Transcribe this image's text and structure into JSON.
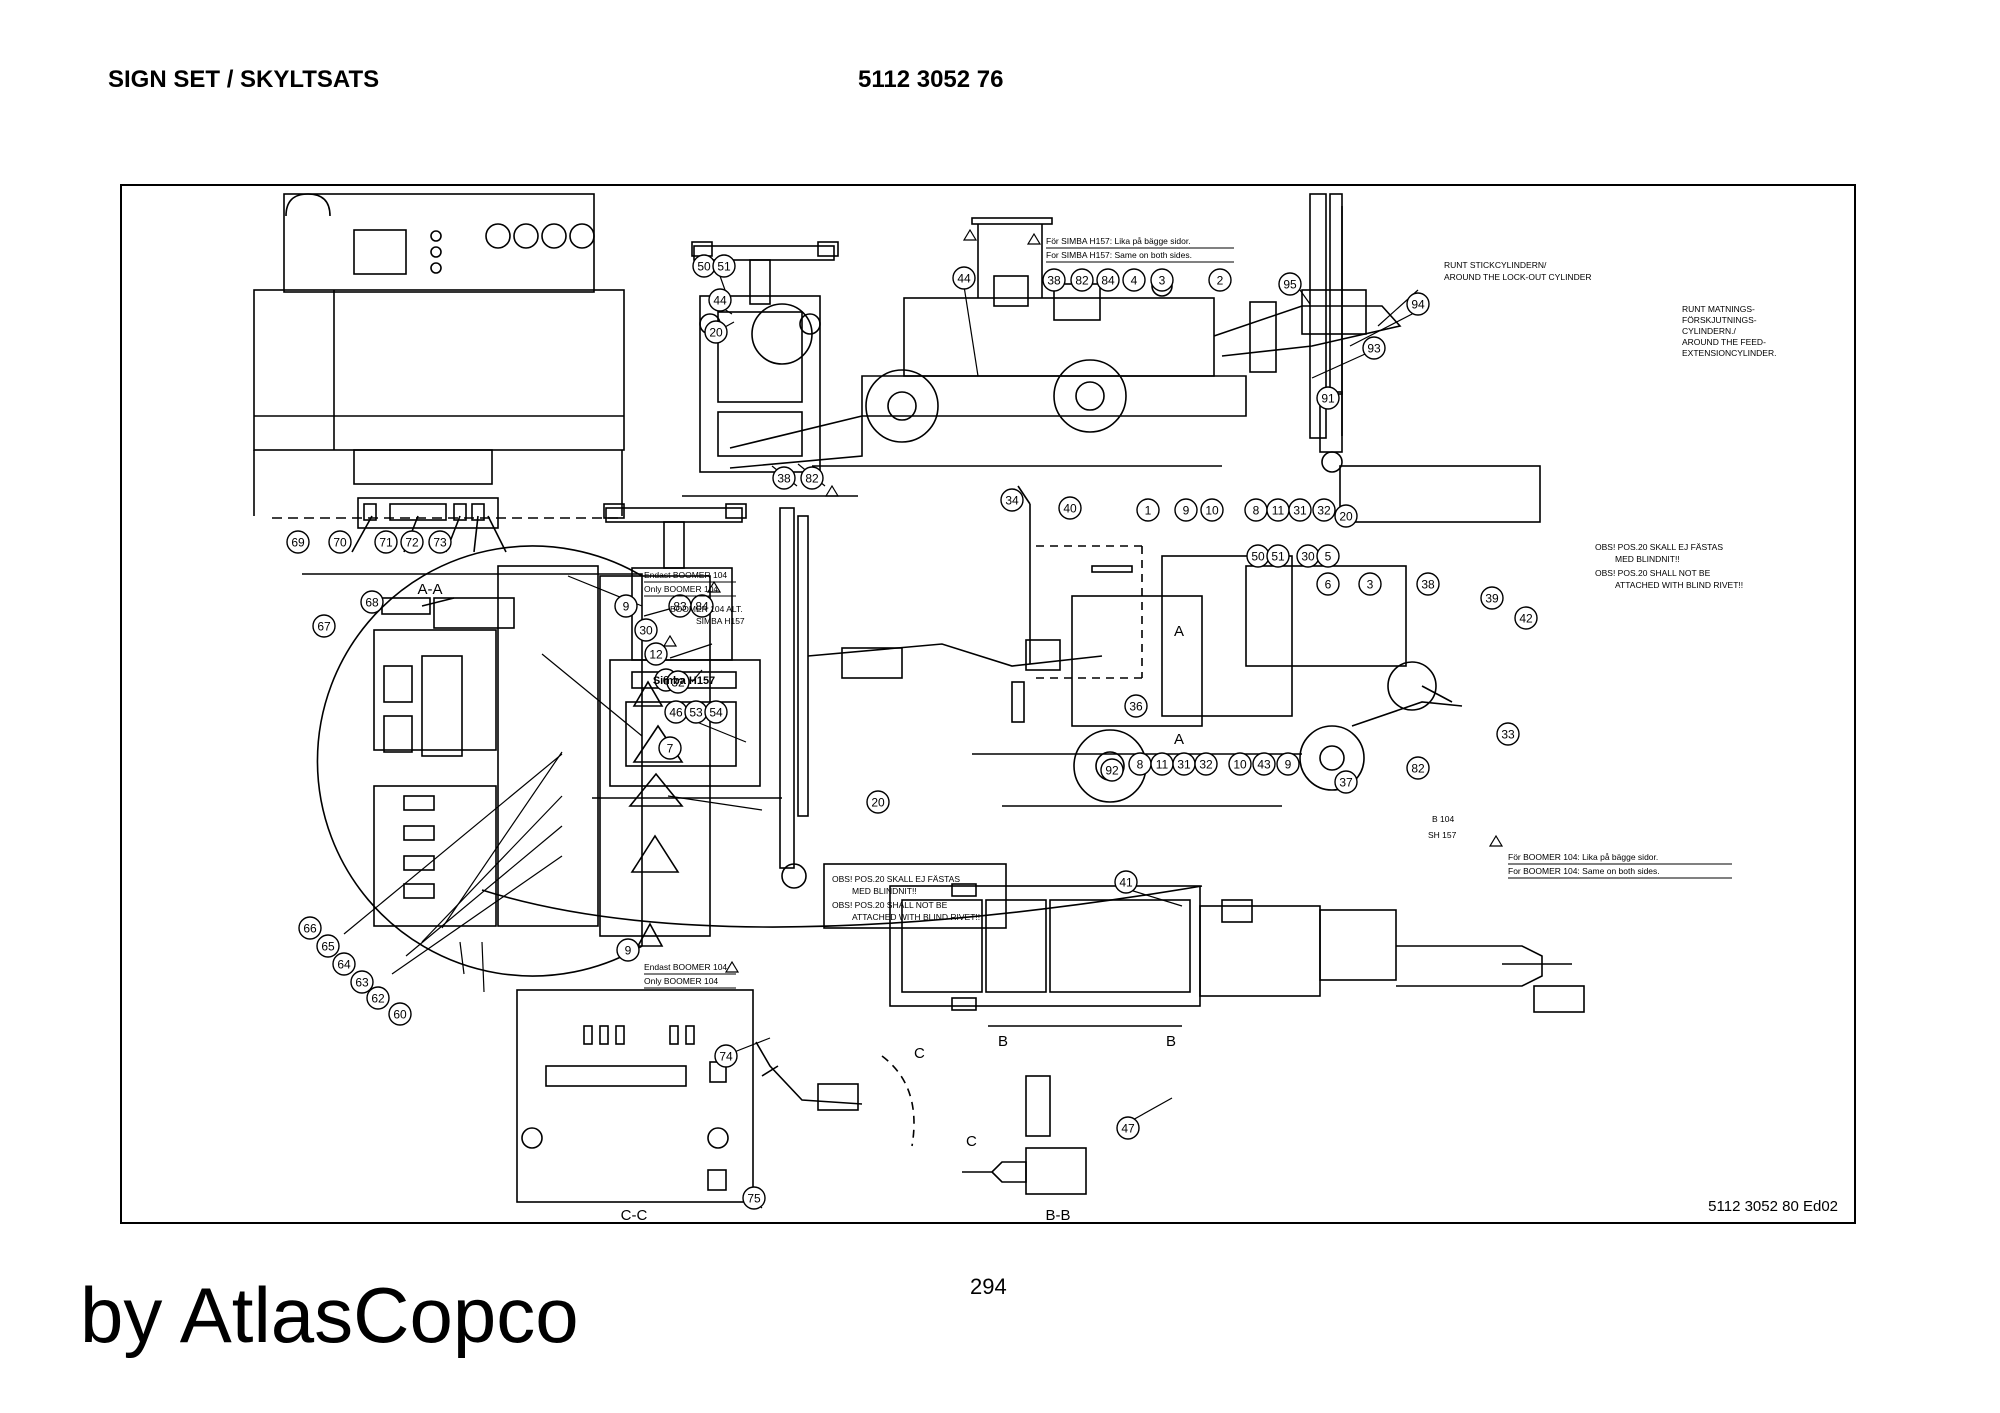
{
  "header": {
    "title": "SIGN SET / SKYLTSATS",
    "part_number": "5112 3052 76"
  },
  "footer": {
    "page_number": "294",
    "brand": "by AtlasCopco",
    "drawing_ref": "5112 3052 80 Ed02"
  },
  "section_labels": {
    "aa": "A-A",
    "bb": "B-B",
    "cc": "C-C",
    "a": "A",
    "b": "B",
    "c": "C"
  },
  "notes": {
    "simba_sv": "För SIMBA H157: Lika på bägge sidor.",
    "simba_en": "For SIMBA H157: Same on both sides.",
    "lock_sv": "RUNT STICKCYLINDERN/",
    "lock_en": "AROUND THE LOCK-OUT CYLINDER",
    "feed_1": "RUNT MATNINGS-",
    "feed_2": "FÖRSKJUTNINGS-",
    "feed_3": "CYLINDERN./",
    "feed_4": "AROUND THE FEED-",
    "feed_5": "EXTENSIONCYLINDER.",
    "obs_1": "OBS! POS.20 SKALL EJ FÄSTAS",
    "obs_2": "MED BLINDNIT!!",
    "obs_3": "OBS! POS.20 SHALL NOT BE",
    "obs_4": "ATTACHED WITH BLIND RIVET!!",
    "boomer_sv": "För BOOMER 104: Lika på bägge sidor.",
    "boomer_en": "For BOOMER 104: Same on both sides.",
    "endast_1": "Endast BOOMER 104",
    "only_1": "Only BOOMER 104",
    "alt_1": "BOOMER 104  ALT.",
    "alt_2": "SIMBA H157",
    "simba_plate": "Simba H157",
    "b104": "B 104",
    "sh157": "SH 157"
  },
  "callouts": {
    "c1": "1",
    "c2": "2",
    "c3": "3",
    "c4": "4",
    "c5": "5",
    "c6": "6",
    "c7": "7",
    "c8": "8",
    "c9": "9",
    "c10": "10",
    "c11": "11",
    "c12": "12",
    "c20": "20",
    "c30": "30",
    "c31": "31",
    "c32": "32",
    "c33": "33",
    "c34": "34",
    "c36": "36",
    "c37": "37",
    "c38": "38",
    "c39": "39",
    "c40": "40",
    "c41": "41",
    "c42": "42",
    "c43": "43",
    "c44": "44",
    "c46": "46",
    "c47": "47",
    "c50": "50",
    "c51": "51",
    "c53": "53",
    "c54": "54",
    "c60": "60",
    "c62": "62",
    "c63": "63",
    "c64": "64",
    "c65": "65",
    "c66": "66",
    "c67": "67",
    "c68": "68",
    "c69": "69",
    "c70": "70",
    "c71": "71",
    "c72": "72",
    "c73": "73",
    "c74": "74",
    "c75": "75",
    "c82": "82",
    "c83": "83",
    "c84": "84",
    "c91": "91",
    "c92": "92",
    "c93": "93",
    "c94": "94",
    "c95": "95"
  }
}
